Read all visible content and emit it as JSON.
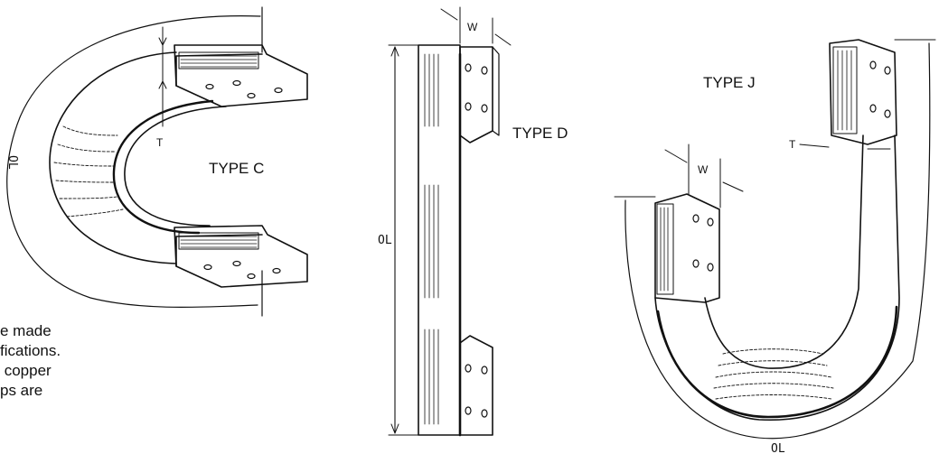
{
  "labels": {
    "type_c": "TYPE C",
    "type_d": "TYPE D",
    "type_j": "TYPE J"
  },
  "dimensions": {
    "ol": "OL",
    "w": "W",
    "t": "T"
  },
  "note_lines": [
    "e made",
    "fications.",
    " copper",
    "ps are"
  ]
}
